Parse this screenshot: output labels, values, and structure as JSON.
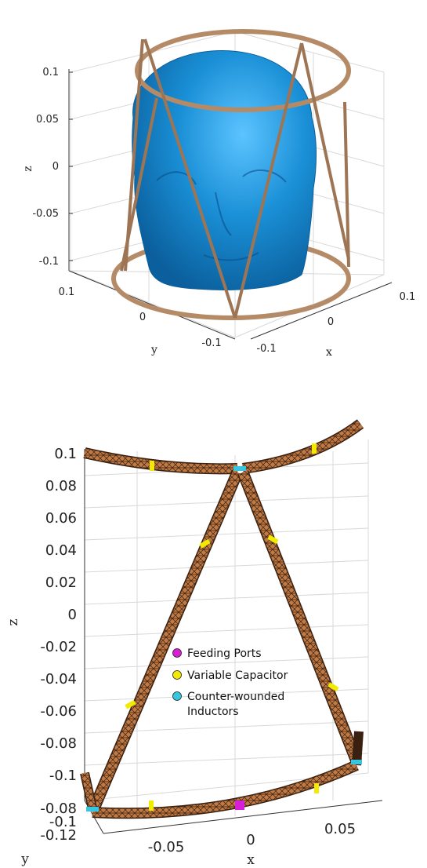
{
  "top_plot": {
    "z_ticks": [
      "0.1",
      "0.05",
      "0",
      "-0.05",
      "-0.1"
    ],
    "y_ticks": [
      "0.1",
      "0",
      "-0.1"
    ],
    "x_ticks": [
      "0.1",
      "0",
      "-0.1"
    ],
    "xlabel": "x",
    "ylabel": "y",
    "zlabel": "z",
    "head_color": "#1a8fd6",
    "coil_color": "#b58b67"
  },
  "bottom_plot": {
    "z_ticks": [
      "0.1",
      "0.08",
      "0.06",
      "0.04",
      "0.02",
      "0",
      "-0.02",
      "-0.04",
      "-0.06",
      "-0.08",
      "-0.1"
    ],
    "y_ticks": [
      "-0.08",
      "-0.1",
      "-0.12"
    ],
    "x_ticks": [
      "-0.05",
      "0",
      "0.05"
    ],
    "xlabel": "x",
    "ylabel": "y",
    "zlabel": "z",
    "strip_color": "#c07a44",
    "legend": [
      {
        "label": "Feeding Ports",
        "color": "#d61fd6"
      },
      {
        "label": "Variable Capacitor",
        "color": "#f2ea00"
      },
      {
        "label": "Counter-wounded Inductors",
        "color": "#36c6e0"
      }
    ]
  }
}
